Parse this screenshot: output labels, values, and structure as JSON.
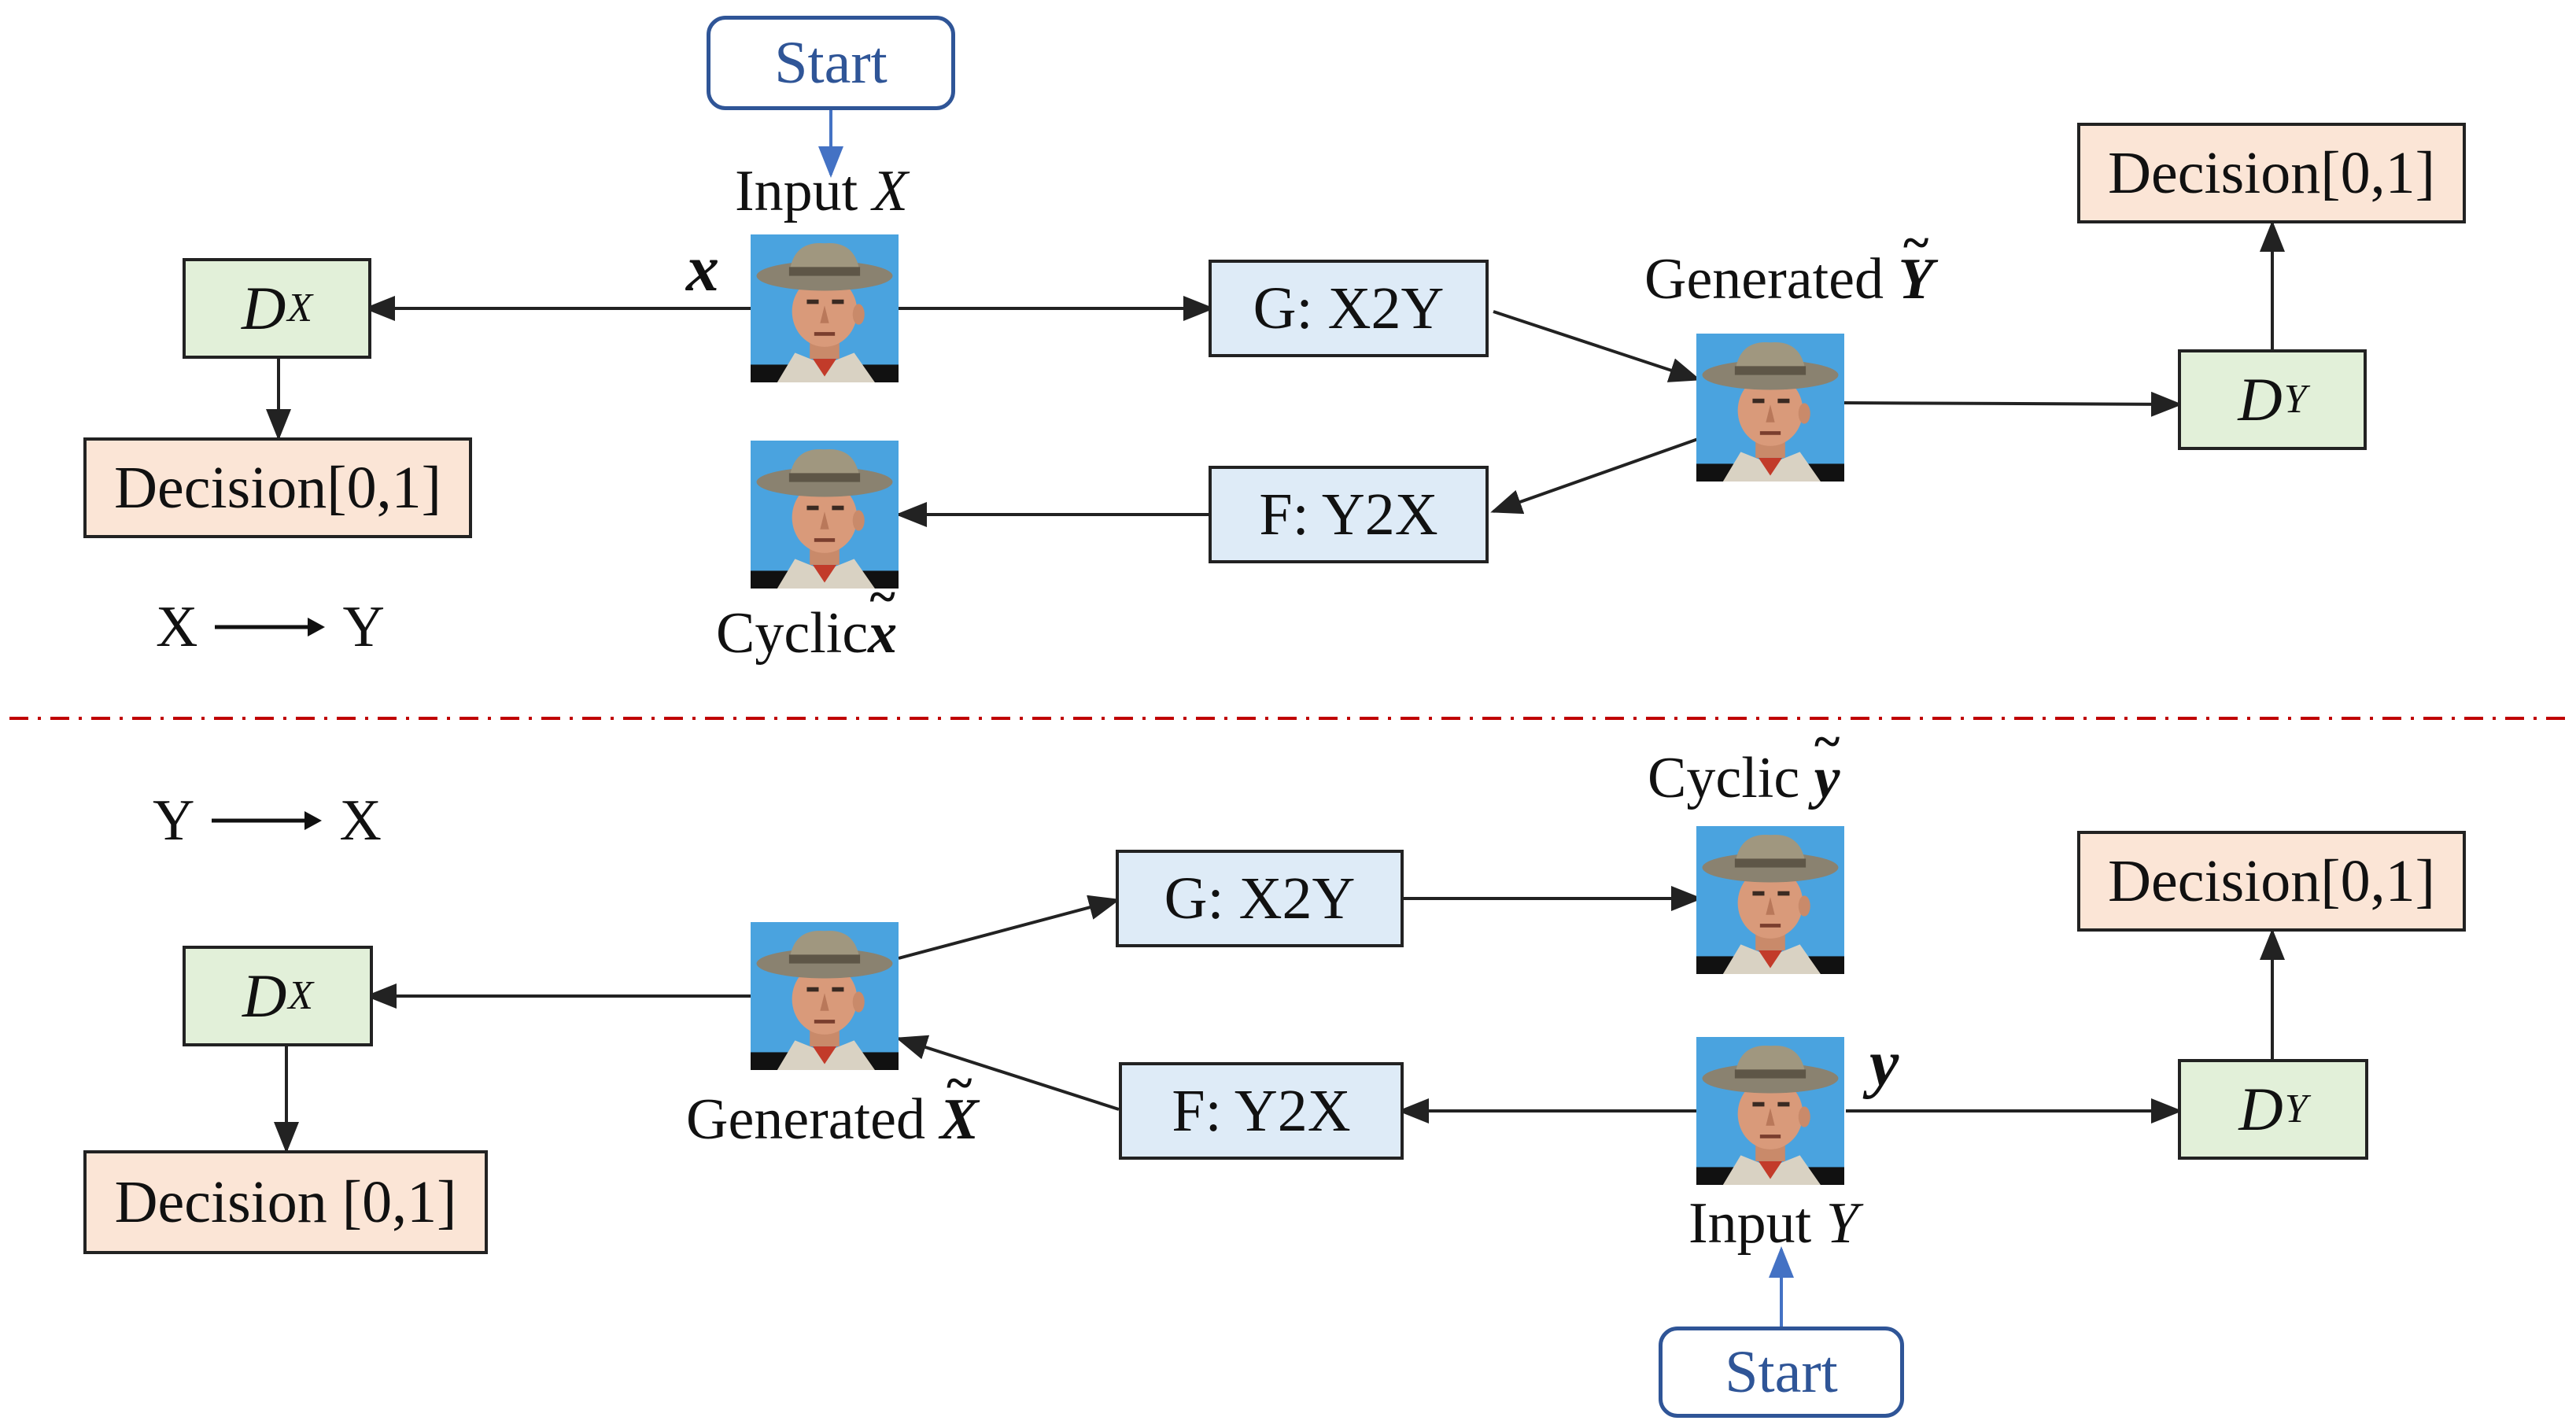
{
  "top": {
    "start": "Start",
    "input_x": {
      "prefix": "Input ",
      "var": "X"
    },
    "x_var": "x",
    "dx": {
      "base": "D",
      "sub": "X"
    },
    "decision_left": "Decision[0,1]",
    "direction": {
      "from": "X",
      "to": "Y"
    },
    "g_box": "G: X2Y",
    "f_box": "F: Y2X",
    "cyclic": {
      "prefix": "Cyclic",
      "var": "x"
    },
    "generated": {
      "prefix": "Generated ",
      "var": "Y"
    },
    "dy": {
      "base": "D",
      "sub": "Y"
    },
    "decision_right": "Decision[0,1]"
  },
  "bottom": {
    "direction": {
      "from": "Y",
      "to": "X"
    },
    "dx": {
      "base": "D",
      "sub": "X"
    },
    "decision_left": "Decision [0,1]",
    "generated": {
      "prefix": "Generated ",
      "var": "X"
    },
    "g_box": "G: X2Y",
    "f_box": "F: Y2X",
    "cyclic": {
      "prefix": "Cyclic ",
      "var": "y"
    },
    "y_var": "y",
    "input_y": {
      "prefix": "Input ",
      "var": "Y"
    },
    "start": "Start",
    "dy": {
      "base": "D",
      "sub": "Y"
    },
    "decision_right": "Decision[0,1]"
  },
  "colors": {
    "start_border": "#2f5597",
    "start_arrow": "#4472c4",
    "decision_fill": "#fbe5d6",
    "generator_fill": "#deebf7",
    "discriminator_fill": "#e2f0d9",
    "divider": "#c00000"
  },
  "icons": {
    "portrait": "cowboy-portrait-icon"
  }
}
